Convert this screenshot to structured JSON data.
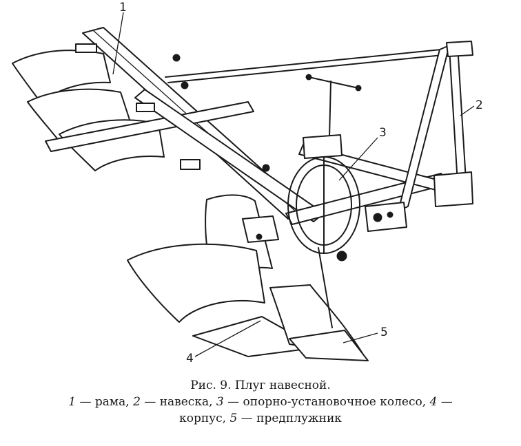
{
  "figure": {
    "callouts": [
      {
        "id": "1",
        "label": "1"
      },
      {
        "id": "2",
        "label": "2"
      },
      {
        "id": "3",
        "label": "3"
      },
      {
        "id": "4",
        "label": "4"
      },
      {
        "id": "5",
        "label": "5"
      }
    ]
  },
  "caption": {
    "title": "Рис. 9. Плуг навесной.",
    "line2": {
      "n1": "1",
      "t1": " — рама, ",
      "n2": "2",
      "t2": " — навеска, ",
      "n3": "3",
      "t3": " — опорно-установочное колесо, ",
      "n4": "4",
      "t4": " —"
    },
    "line3": {
      "t1": "корпус, ",
      "n5": "5",
      "t2": " — предплужник"
    }
  }
}
